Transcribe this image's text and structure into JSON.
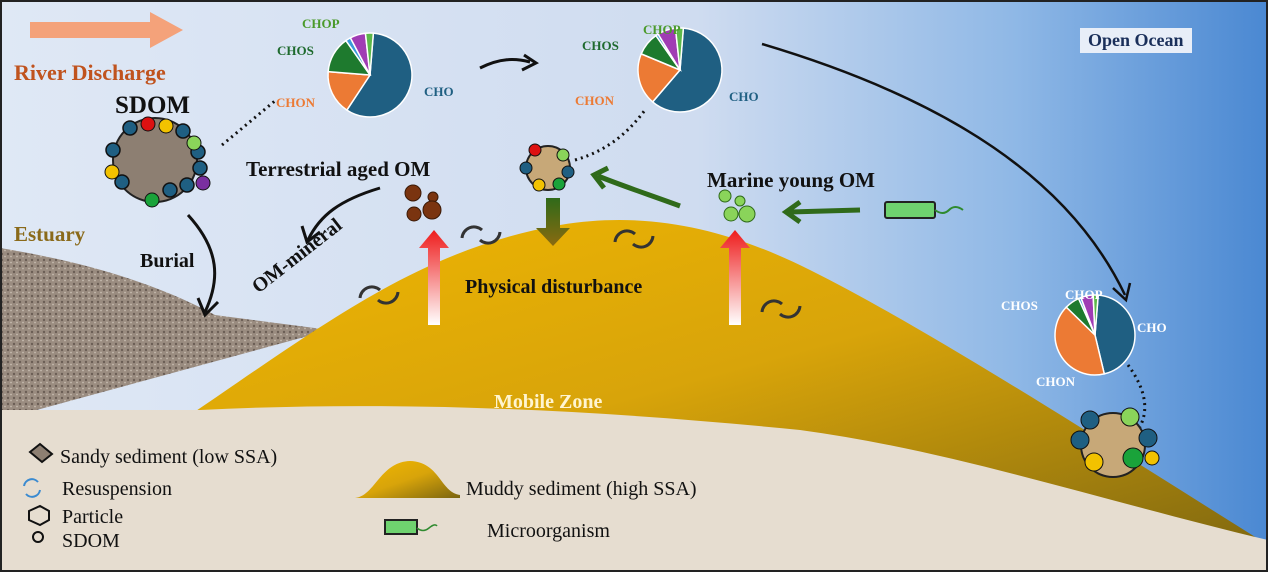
{
  "labels": {
    "river_discharge": "River Discharge",
    "sdom": "SDOM",
    "estuary": "Estuary",
    "burial": "Burial",
    "om_mineral": "OM-mineral",
    "terrestrial_aged_om": "Terrestrial aged OM",
    "marine_young_om": "Marine young OM",
    "physical_disturbance": "Physical disturbance",
    "mobile_zone": "Mobile Zone",
    "open_ocean": "Open Ocean"
  },
  "legend": {
    "sandy": "Sandy sediment (low SSA)",
    "resuspension": "Resuspension",
    "particle": "Particle",
    "sdom": "SDOM",
    "muddy": "Muddy sediment (high SSA)",
    "microorganism": "Microorganism"
  },
  "colors": {
    "CHO": "#1f5f82",
    "CHON": "#ec7a34",
    "CHOS": "#1e7a2e",
    "blue": "#3a9ad9",
    "purple": "#a03cb4",
    "CHOP": "#5cb84a"
  },
  "pies": [
    {
      "labels": {
        "CHO": "CHO",
        "CHON": "CHON",
        "CHOS": "CHOS",
        "CHOP": "CHOP"
      },
      "slices": [
        [
          "CHO",
          58
        ],
        [
          "CHON",
          17
        ],
        [
          "CHOS",
          14
        ],
        [
          "blue",
          2
        ],
        [
          "purple",
          6
        ],
        [
          "CHOP",
          3
        ]
      ]
    },
    {
      "labels": {
        "CHO": "CHO",
        "CHON": "CHON",
        "CHOS": "CHOS",
        "CHOP": "CHOP"
      },
      "slices": [
        [
          "CHO",
          60
        ],
        [
          "CHON",
          20
        ],
        [
          "CHOS",
          9
        ],
        [
          "blue",
          1
        ],
        [
          "purple",
          7
        ],
        [
          "CHOP",
          3
        ]
      ]
    },
    {
      "labels": {
        "CHO": "CHO",
        "CHON": "CHON",
        "CHOS": "CHOS",
        "CHOP": "CHOP"
      },
      "slices": [
        [
          "CHO",
          45
        ],
        [
          "CHON",
          41
        ],
        [
          "CHOS",
          6
        ],
        [
          "blue",
          1
        ],
        [
          "purple",
          5
        ],
        [
          "CHOP",
          2
        ]
      ]
    }
  ]
}
